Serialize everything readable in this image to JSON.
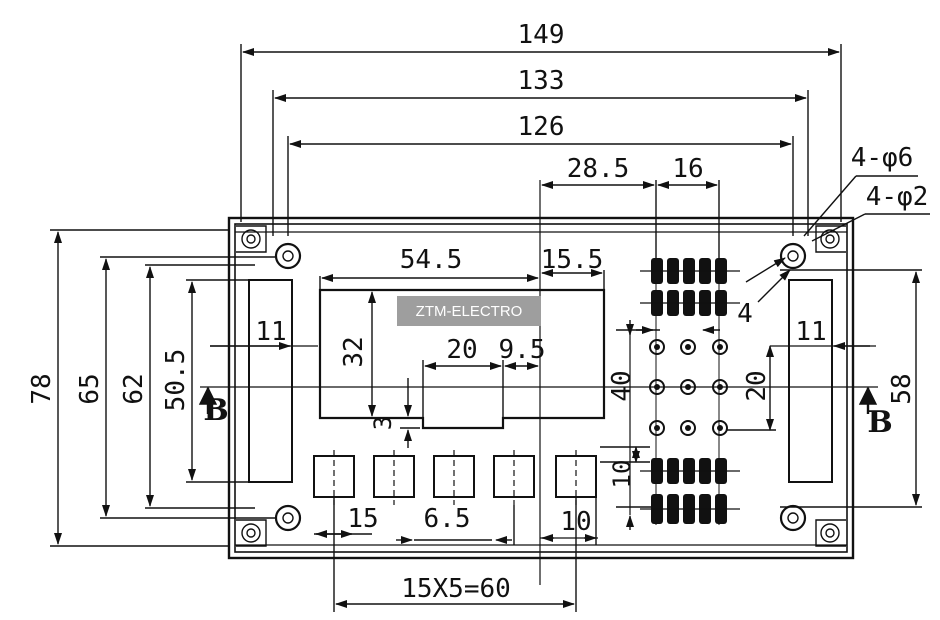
{
  "dimensions": {
    "overall_width": "149",
    "mount_width": "133",
    "inner_width": "126",
    "terminal_offset": "28.5",
    "terminal_pitch": "16",
    "hole_large": "4-φ6",
    "hole_small": "4-φ2",
    "window_width": "54.5",
    "window_offset": "15.5",
    "side_slot_left": "11",
    "side_slot_right": "11",
    "window_height": "32",
    "notch_width": "20",
    "notch_offset": "9.5",
    "notch_depth": "3",
    "pin_spacing_small": "4",
    "pin_block_height": "40",
    "pin_grid_spacing": "20",
    "right_height": "58",
    "pin_row_gap": "10",
    "overall_height": "78",
    "mount_height": "65",
    "inner_height": "62",
    "slot_height": "50.5",
    "button_width": "15",
    "button_gap": "6.5",
    "button_offset": "10",
    "button_pitch_total": "15X5=60"
  },
  "section_labels": {
    "left": "B",
    "right": "B"
  },
  "brand": {
    "label": "ZTM-ELECTRO",
    "color": "#9e9e9e"
  }
}
